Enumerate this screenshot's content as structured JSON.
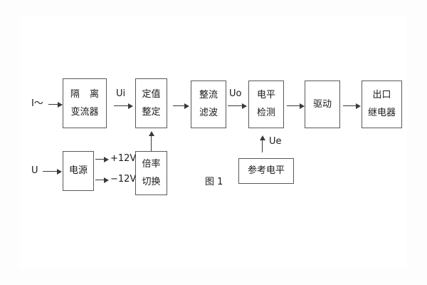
{
  "diagram": {
    "caption": "图 1",
    "blocks": [
      {
        "id": "isolation",
        "line1": "隔 离",
        "line2": "变流器"
      },
      {
        "id": "setting",
        "line1": "定值",
        "line2": "整定"
      },
      {
        "id": "rectifier",
        "line1": "整流",
        "line2": "滤波"
      },
      {
        "id": "level",
        "line1": "电平",
        "line2": "检测"
      },
      {
        "id": "driver",
        "line1": "驱动",
        "line2": ""
      },
      {
        "id": "output",
        "line1": "出口",
        "line2": "继电器"
      },
      {
        "id": "power",
        "line1": "电源",
        "line2": ""
      },
      {
        "id": "multiplier",
        "line1": "倍率",
        "line2": "切换"
      },
      {
        "id": "reference",
        "line1": "参考电平",
        "line2": ""
      }
    ],
    "labels": {
      "current_input": "I～",
      "voltage_input": "U",
      "ui": "Ui",
      "uo": "Uo",
      "ue": "Ue",
      "rail_positive": "+12V",
      "rail_negative": "−12V"
    }
  }
}
